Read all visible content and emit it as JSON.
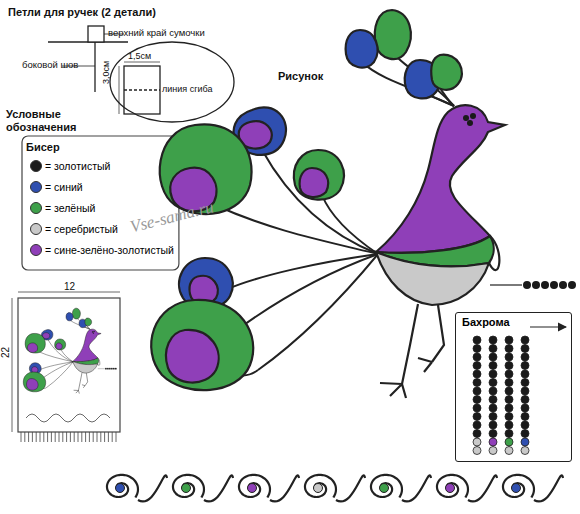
{
  "diagram": {
    "title": "Петли для ручек (2 детали)",
    "nodes": [
      {
        "text": [
          "Бахрома"
        ]
      }
    ],
    "labels": [
      "верхний край сумочки",
      "боковой шов",
      "1,5см",
      "3,0см",
      "линия сгиба",
      "Условные обозначения",
      "Бисер",
      "Рисунок",
      "Vse-sama.ru",
      "12",
      "22"
    ],
    "legend": [
      {
        "text": "= золотистый",
        "color": "#1a1a1a"
      },
      {
        "text": "= синий",
        "color": "#2f4fb0"
      },
      {
        "text": "= зелёный",
        "color": "#3ea04a"
      },
      {
        "text": "= серебристый",
        "color": "#c9c9c9"
      },
      {
        "text": "= сине-зелёно-золотистый",
        "color": "#8f3fb8"
      }
    ]
  }
}
